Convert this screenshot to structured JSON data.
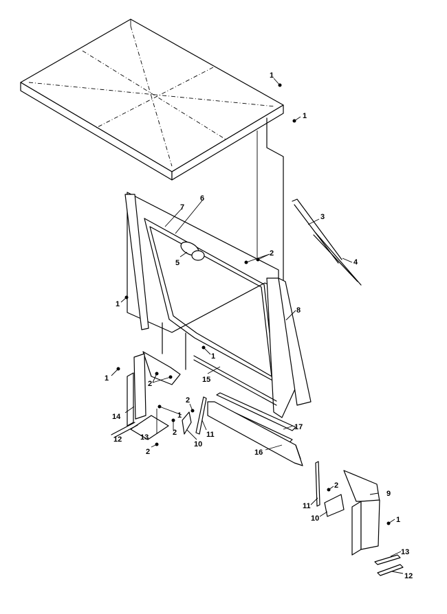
{
  "callouts": {
    "c1a": "1",
    "c1b": "1",
    "c1c": "1",
    "c1d": "1",
    "c1e": "1",
    "c1f": "1",
    "c1g": "1",
    "c2a": "2",
    "c2b": "2",
    "c2c": "2",
    "c2d": "2",
    "c2e": "2",
    "c2f": "2",
    "c3": "3",
    "c4": "4",
    "c5": "5",
    "c6": "6",
    "c7": "7",
    "c8": "8",
    "c9": "9",
    "c10a": "10",
    "c10b": "10",
    "c11a": "11",
    "c11b": "11",
    "c12a": "12",
    "c12b": "12",
    "c13a": "13",
    "c13b": "13",
    "c14": "14",
    "c15": "15",
    "c16": "16",
    "c17": "17"
  }
}
